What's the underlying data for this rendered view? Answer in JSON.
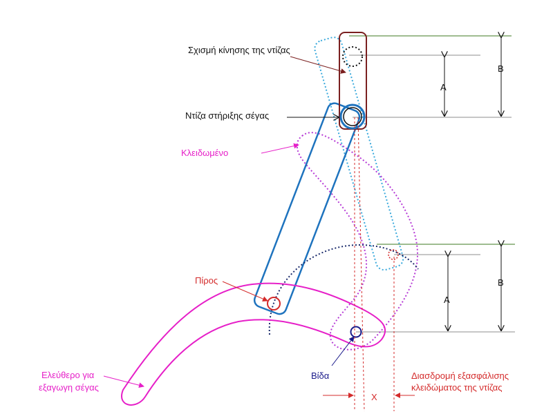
{
  "labels": {
    "slot": "Σχισμή κίνησης της ντίζας",
    "rod": "Ντίζα στήριξης  σέγας",
    "locked": "Κλειδωμένο",
    "pin": "Πίρος",
    "free_line1": "Ελεύθερο για",
    "free_line2": "εξαγωγη σέγας",
    "screw": "Βίδα",
    "travel_line1": "Διασδρομή εξασφάλισης",
    "travel_line2": "κλειδώματος της ντίζας",
    "dim_a": "A",
    "dim_b": "B",
    "dim_x": "X"
  },
  "colors": {
    "rod": "#1e73be",
    "rod_dotted": "#39a9dc",
    "slot": "#7a1f1f",
    "locked": "#b63ad6",
    "free": "#e61fc8",
    "pin": "#d42b2b",
    "screw": "#1a1a8a",
    "arc": "#1a2a6b",
    "green": "#3d7a1f",
    "gray": "#8c8c8c",
    "text_black": "#111111",
    "text_red": "#d42b2b",
    "text_magenta": "#e61fc8",
    "text_navy": "#1a1a8a"
  }
}
